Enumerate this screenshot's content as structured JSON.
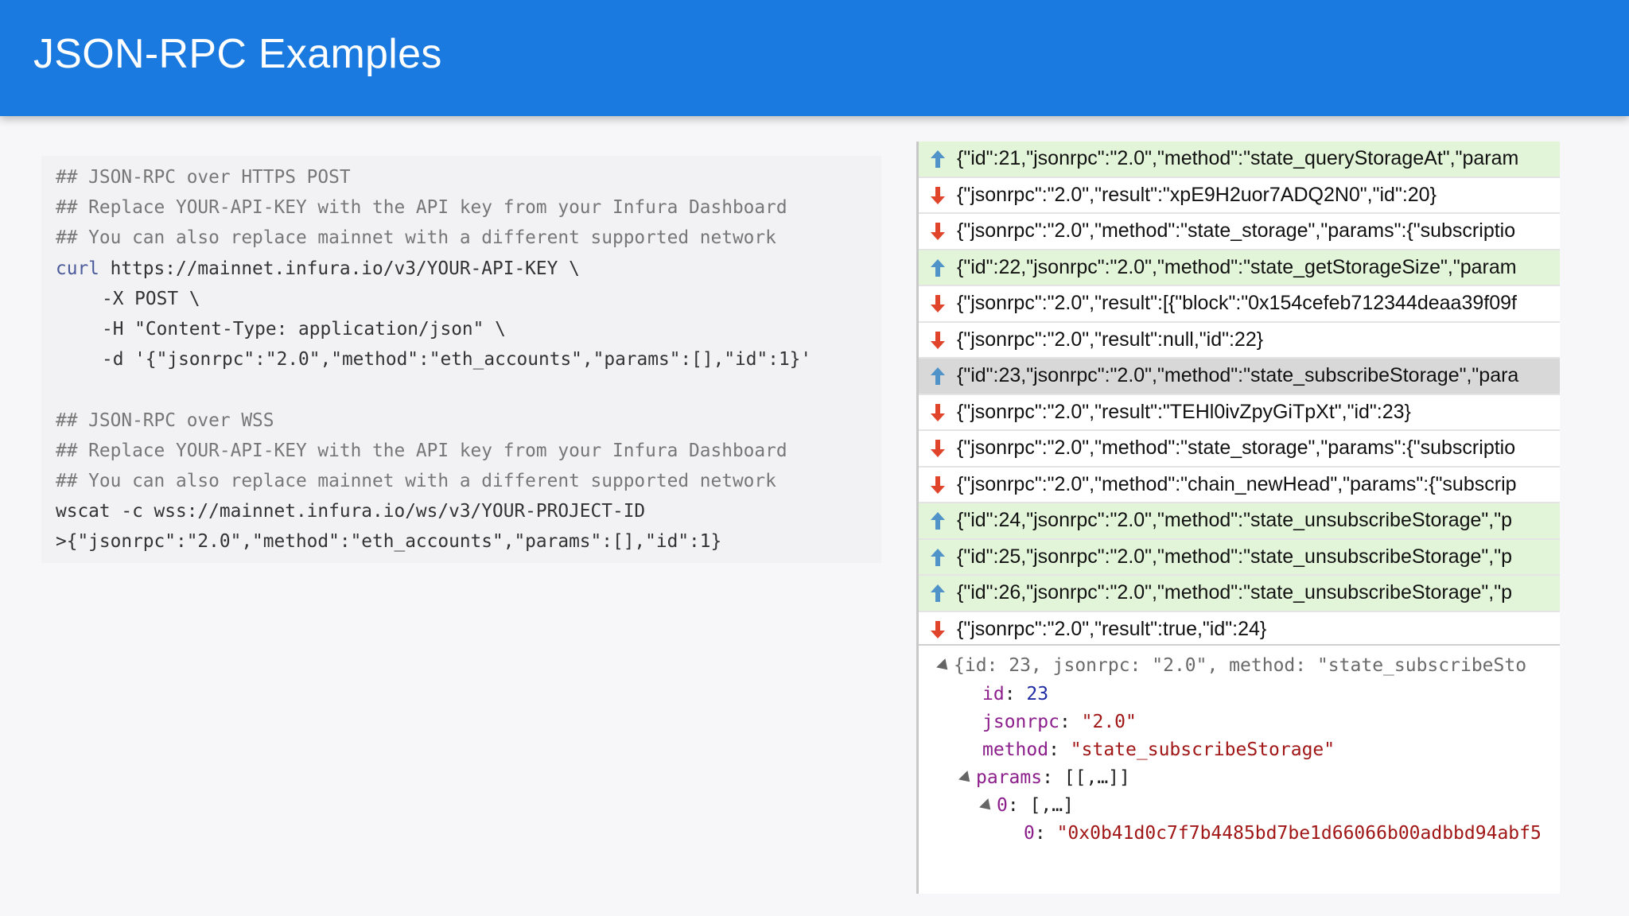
{
  "header": {
    "title": "JSON-RPC Examples"
  },
  "code": {
    "https_comment_1": "## JSON-RPC over HTTPS POST",
    "https_comment_2": "## Replace YOUR-API-KEY with the API key from your Infura Dashboard",
    "https_comment_3": "## You can also replace mainnet with a different supported network",
    "curl_cmd": "curl",
    "curl_rest": " https://mainnet.infura.io/v3/YOUR-API-KEY \\",
    "curl_x": "-X POST \\",
    "curl_h": "-H \"Content-Type: application/json\" \\",
    "curl_d": "-d '{\"jsonrpc\":\"2.0\",\"method\":\"eth_accounts\",\"params\":[],\"id\":1}'",
    "wss_comment_1": "## JSON-RPC over WSS",
    "wss_comment_2": "## Replace YOUR-API-KEY with the API key from your Infura Dashboard",
    "wss_comment_3": "## You can also replace mainnet with a different supported network",
    "wscat_cmd": "wscat -c wss://mainnet.infura.io/ws/v3/YOUR-PROJECT-ID",
    "wscat_msg": ">{\"jsonrpc\":\"2.0\",\"method\":\"eth_accounts\",\"params\":[],\"id\":1}"
  },
  "colors": {
    "header_bg": "#1a7ae0",
    "sent_row_bg": "#e3f5d9",
    "selected_row_bg": "#d8d8d8",
    "arrow_up": "#4f93c9",
    "arrow_down": "#e0452c"
  },
  "messages": [
    {
      "direction": "up",
      "icon": "arrow-up-icon",
      "text": "{\"id\":21,\"jsonrpc\":\"2.0\",\"method\":\"state_queryStorageAt\",\"param"
    },
    {
      "direction": "down",
      "icon": "arrow-down-icon",
      "text": "{\"jsonrpc\":\"2.0\",\"result\":\"xpE9H2uor7ADQ2N0\",\"id\":20}"
    },
    {
      "direction": "down",
      "icon": "arrow-down-icon",
      "text": "{\"jsonrpc\":\"2.0\",\"method\":\"state_storage\",\"params\":{\"subscriptio"
    },
    {
      "direction": "up",
      "icon": "arrow-up-icon",
      "text": "{\"id\":22,\"jsonrpc\":\"2.0\",\"method\":\"state_getStorageSize\",\"param"
    },
    {
      "direction": "down",
      "icon": "arrow-down-icon",
      "text": "{\"jsonrpc\":\"2.0\",\"result\":[{\"block\":\"0x154cefeb712344deaa39f09f"
    },
    {
      "direction": "down",
      "icon": "arrow-down-icon",
      "text": "{\"jsonrpc\":\"2.0\",\"result\":null,\"id\":22}"
    },
    {
      "direction": "up",
      "icon": "arrow-up-icon",
      "selected": true,
      "text": "{\"id\":23,\"jsonrpc\":\"2.0\",\"method\":\"state_subscribeStorage\",\"para"
    },
    {
      "direction": "down",
      "icon": "arrow-down-icon",
      "text": "{\"jsonrpc\":\"2.0\",\"result\":\"TEHl0ivZpyGiTpXt\",\"id\":23}"
    },
    {
      "direction": "down",
      "icon": "arrow-down-icon",
      "text": "{\"jsonrpc\":\"2.0\",\"method\":\"state_storage\",\"params\":{\"subscriptio"
    },
    {
      "direction": "down",
      "icon": "arrow-down-icon",
      "text": "{\"jsonrpc\":\"2.0\",\"method\":\"chain_newHead\",\"params\":{\"subscrip"
    },
    {
      "direction": "up",
      "icon": "arrow-up-icon",
      "text": "{\"id\":24,\"jsonrpc\":\"2.0\",\"method\":\"state_unsubscribeStorage\",\"p"
    },
    {
      "direction": "up",
      "icon": "arrow-up-icon",
      "text": "{\"id\":25,\"jsonrpc\":\"2.0\",\"method\":\"state_unsubscribeStorage\",\"p"
    },
    {
      "direction": "up",
      "icon": "arrow-up-icon",
      "text": "{\"id\":26,\"jsonrpc\":\"2.0\",\"method\":\"state_unsubscribeStorage\",\"p"
    },
    {
      "direction": "down",
      "icon": "arrow-down-icon",
      "text": "{\"jsonrpc\":\"2.0\",\"result\":true,\"id\":24}"
    }
  ],
  "detail": {
    "summary": "{id: 23, jsonrpc: \"2.0\", method: \"state_subscribeSto",
    "id_key": "id",
    "id_val": "23",
    "jsonrpc_key": "jsonrpc",
    "jsonrpc_val": "\"2.0\"",
    "method_key": "method",
    "method_val": "\"state_subscribeStorage\"",
    "params_key": "params",
    "params_val": "[[,…]]",
    "zero_key": "0",
    "zero_val": "[,…]",
    "inner_key": "0",
    "inner_val": "\"0x0b41d0c7f7b4485bd7be1d66066b00adbbd94abf5"
  }
}
